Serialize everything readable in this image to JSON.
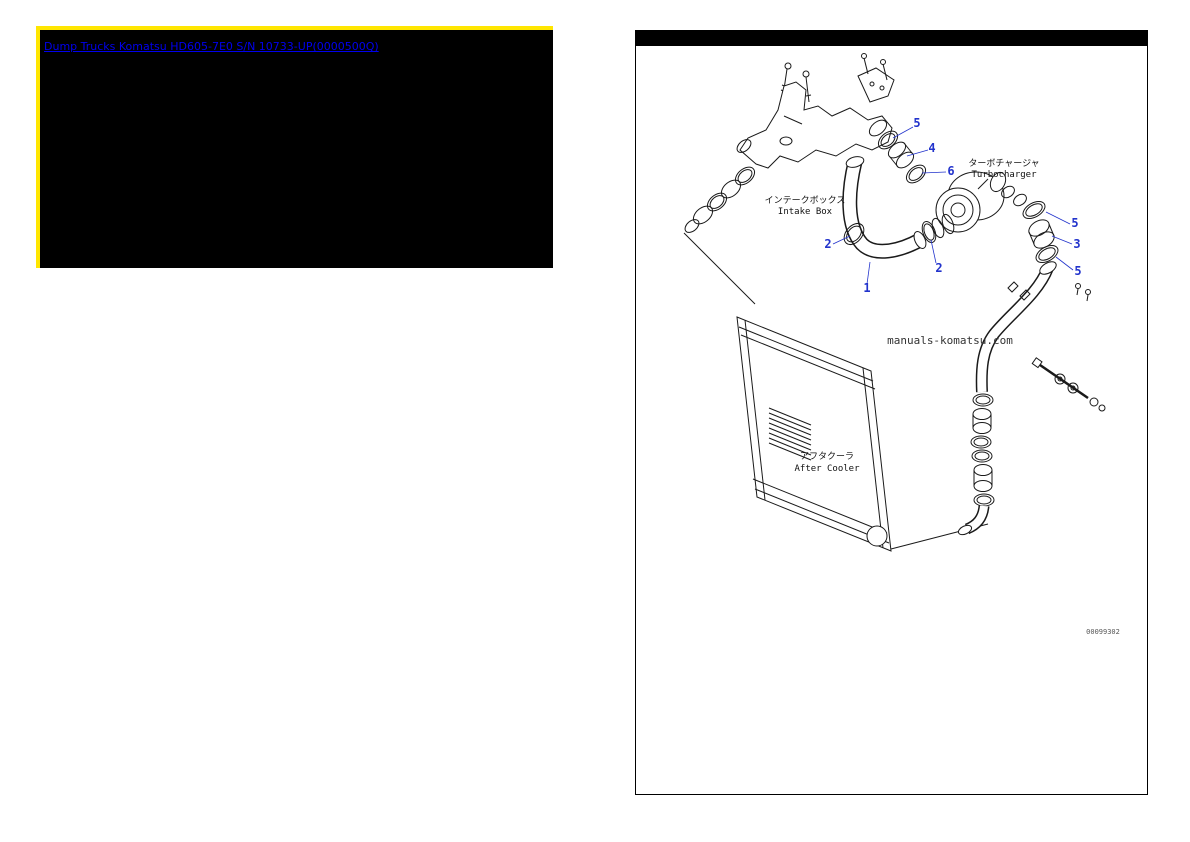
{
  "header": {
    "breadcrumb_link": "Dump Trucks Komatsu HD605-7E0 S/N 10733-UP(0000500Q)"
  },
  "diagram": {
    "title_labels": {
      "turbocharger_jp": "ターボチャージャ",
      "turbocharger_en": "Turbocharger",
      "intake_box_jp": "インテークボックス",
      "intake_box_en": "Intake Box",
      "after_cooler_jp": "アフタクーラ",
      "after_cooler_en": "After Cooler"
    },
    "watermark": "manuals-komatsu.com",
    "figure_code": "00099302",
    "callouts": [
      {
        "number": "5"
      },
      {
        "number": "4"
      },
      {
        "number": "6"
      },
      {
        "number": "2"
      },
      {
        "number": "1"
      },
      {
        "number": "2"
      },
      {
        "number": "5"
      },
      {
        "number": "3"
      },
      {
        "number": "5"
      }
    ],
    "colors": {
      "callout_blue": "#2233cc",
      "link_blue": "#0000ee",
      "highlight_yellow": "#ffe600",
      "line_black": "#1a1a1a"
    }
  }
}
